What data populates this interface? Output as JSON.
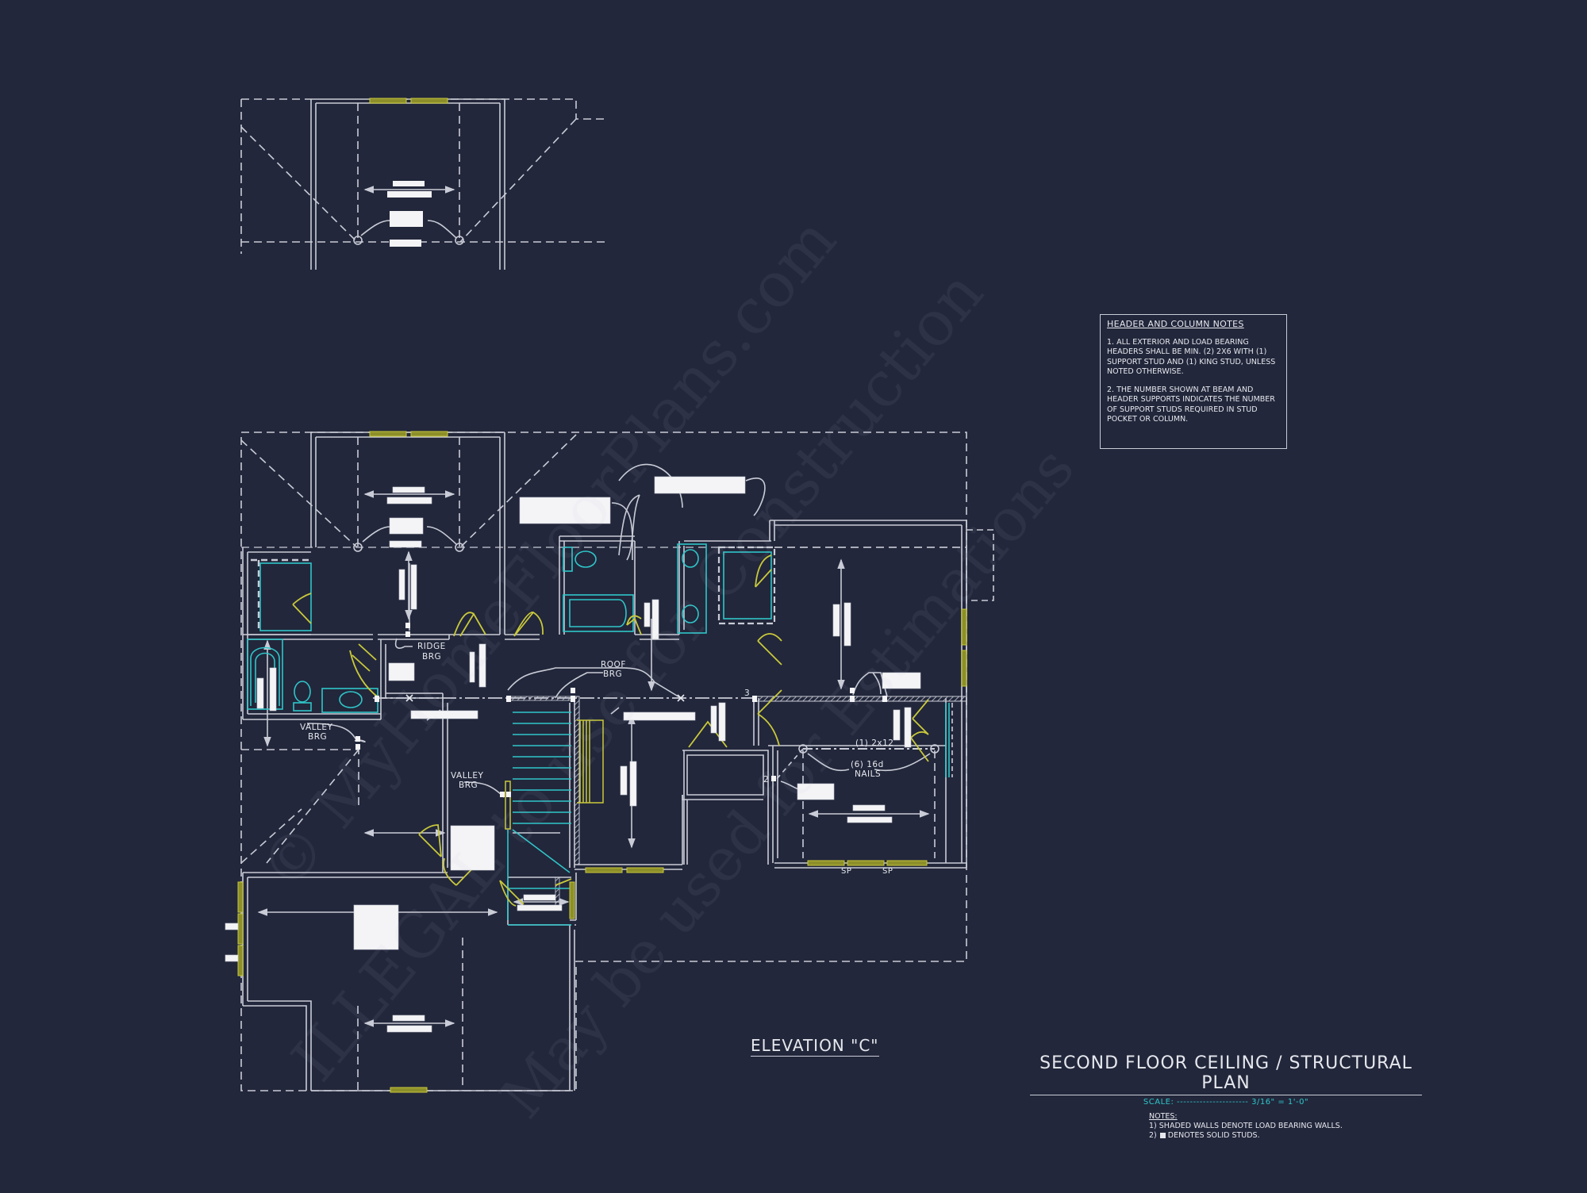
{
  "sheet": {
    "title": "SECOND FLOOR CEILING / STRUCTURAL PLAN",
    "scale_label": "SCALE:",
    "scale_value": "3/16\" = 1'-0\"",
    "scale_line": "SCALE: ---------------------- 3/16\" = 1'-0\"",
    "elevation_label": "ELEVATION \"C\""
  },
  "header_column_notes": {
    "title": "HEADER AND COLUMN NOTES",
    "items": [
      "1. ALL EXTERIOR AND LOAD BEARING HEADERS SHALL BE MIN. (2) 2x6 WITH (1) SUPPORT STUD AND (1) KING STUD, UNLESS NOTED OTHERWISE.",
      "2. THE NUMBER SHOWN AT BEAM AND HEADER SUPPORTS INDICATES THE NUMBER OF SUPPORT STUDS REQUIRED IN STUD POCKET OR COLUMN."
    ]
  },
  "general_notes": {
    "title": "NOTES:",
    "items": [
      "1) SHADED WALLS DENOTE LOAD BEARING WALLS.",
      "DENOTES SOLID STUDS."
    ],
    "item2_prefix": "2)"
  },
  "plan_labels": {
    "ridge_brg": [
      "RIDGE",
      "BRG"
    ],
    "roof_brg": [
      "ROOF",
      "BRG"
    ],
    "valley_brg_left": [
      "VALLEY",
      "BRG"
    ],
    "valley_brg_center": [
      "VALLEY",
      "BRG"
    ],
    "beam_size": "(1) 2x12",
    "nails": [
      "(6) 16d",
      "NAILS"
    ],
    "stud_count_3": "3",
    "stud_count_2": "2",
    "sp_1": "SP",
    "sp_2": "SP"
  },
  "watermark": {
    "line1": "© MyHomeFloorPlans.com",
    "line2": "ILLEGAL to use for Construction",
    "line3": "May be used for Estimations"
  },
  "colors": {
    "background": "#22273b",
    "lines": "#c9ccd6",
    "windows": "#c9c93a",
    "fixtures": "#2fc6c9",
    "scale_text": "#2fc6c9"
  }
}
